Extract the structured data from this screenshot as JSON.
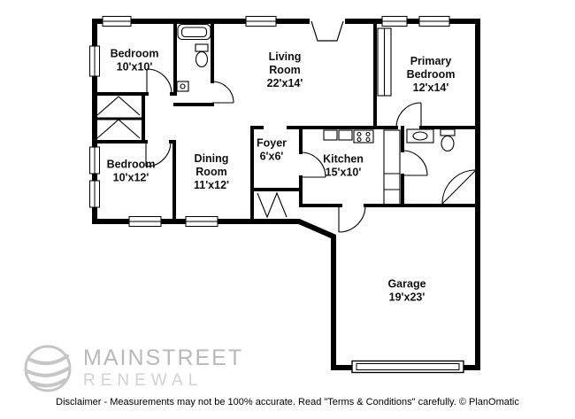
{
  "rooms": [
    {
      "name": "Bedroom",
      "dims": "10'x10'"
    },
    {
      "name": "Living Room",
      "dims": "22'x14'"
    },
    {
      "name": "Primary Bedroom",
      "dims": "12'x14'"
    },
    {
      "name": "Bedroom",
      "dims": "10'x12'"
    },
    {
      "name": "Dining Room",
      "dims": "11'x12'"
    },
    {
      "name": "Foyer",
      "dims": "6'x6'"
    },
    {
      "name": "Kitchen",
      "dims": "15'x10'"
    },
    {
      "name": "Garage",
      "dims": "19'x23'"
    }
  ],
  "watermark": {
    "line1": "MAINSTREET",
    "line2": "RENEWAL"
  },
  "disclaimer": "Disclaimer - Measurements may not be 100% accurate. Read \"Terms & Conditions\" carefully. © PlanOmatic",
  "colors": {
    "wall": "#000000",
    "watermark_logo": "#c6c6c6",
    "watermark_text": "#b9b9b9"
  }
}
